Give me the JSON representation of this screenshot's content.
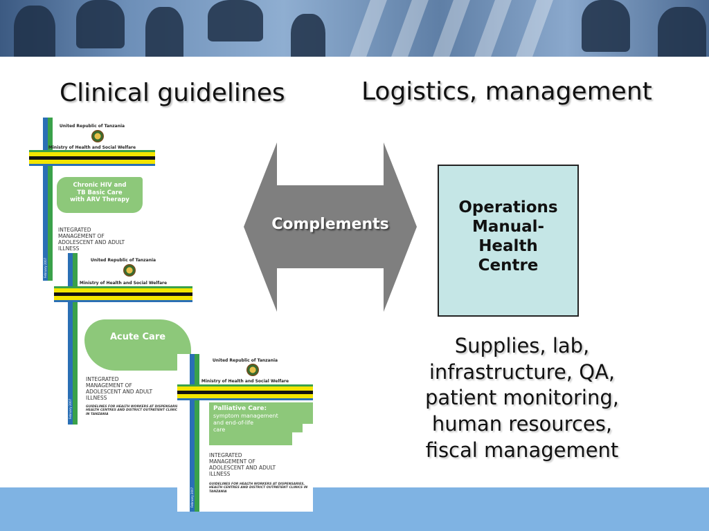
{
  "headings": {
    "clinical": "Clinical guidelines",
    "logistics": "Logistics, management"
  },
  "arrow": {
    "label": "Complements",
    "fill": "#7f7f7f"
  },
  "ops_box": {
    "text": "Operations\nManual-\nHealth\nCentre",
    "fill": "#c5e6e6"
  },
  "supplies_text": "Supplies, lab,\ninfrastructure, QA,\npatient monitoring,\nhuman resources,\nfiscal management",
  "booklets": [
    {
      "country": "United Republic of Tanzania",
      "ministry": "Ministry of Health and Social Welfare",
      "title_lines": [
        "Chronic HIV and",
        "TB Basic Care",
        "with ARV Therapy"
      ],
      "imaai": [
        "INTEGRATED",
        "MANAGEMENT OF",
        "ADOLESCENT AND ADULT",
        "ILLNESS"
      ],
      "date": "February 2007"
    },
    {
      "country": "United Republic of Tanzania",
      "ministry": "Ministry of Health and Social Welfare",
      "title_lines": [
        "Acute Care"
      ],
      "imaai": [
        "INTEGRATED",
        "MANAGEMENT OF",
        "ADOLESCENT AND ADULT",
        "ILLNESS"
      ],
      "guidelines": "GUIDELINES FOR HEALTH WORKERS AT DISPENSARIES, HEALTH CENTRES AND DISTRICT OUTPATIENT CLINICS IN TANZANIA",
      "date": "February 2007"
    },
    {
      "country": "United Republic of Tanzania",
      "ministry": "Ministry of Health and Social Welfare",
      "title_lines": [
        "Palliative Care:",
        "symptom management",
        "and end-of-life",
        "care"
      ],
      "imaai": [
        "INTEGRATED",
        "MANAGEMENT OF",
        "ADOLESCENT AND ADULT",
        "ILLNESS"
      ],
      "guidelines": "GUIDELINES FOR HEALTH WORKERS AT DISPENSARIES, HEALTH CENTRES AND DISTRICT OUTPATIENT CLINICS IN TANZANIA",
      "date": "February 2007"
    }
  ],
  "colors": {
    "footer_band": "#7fb3e3",
    "flag_blue": "#2a6fb5",
    "flag_green": "#3aa14a",
    "flag_yellow": "#f3e500",
    "tag_green": "#8dc87a"
  }
}
